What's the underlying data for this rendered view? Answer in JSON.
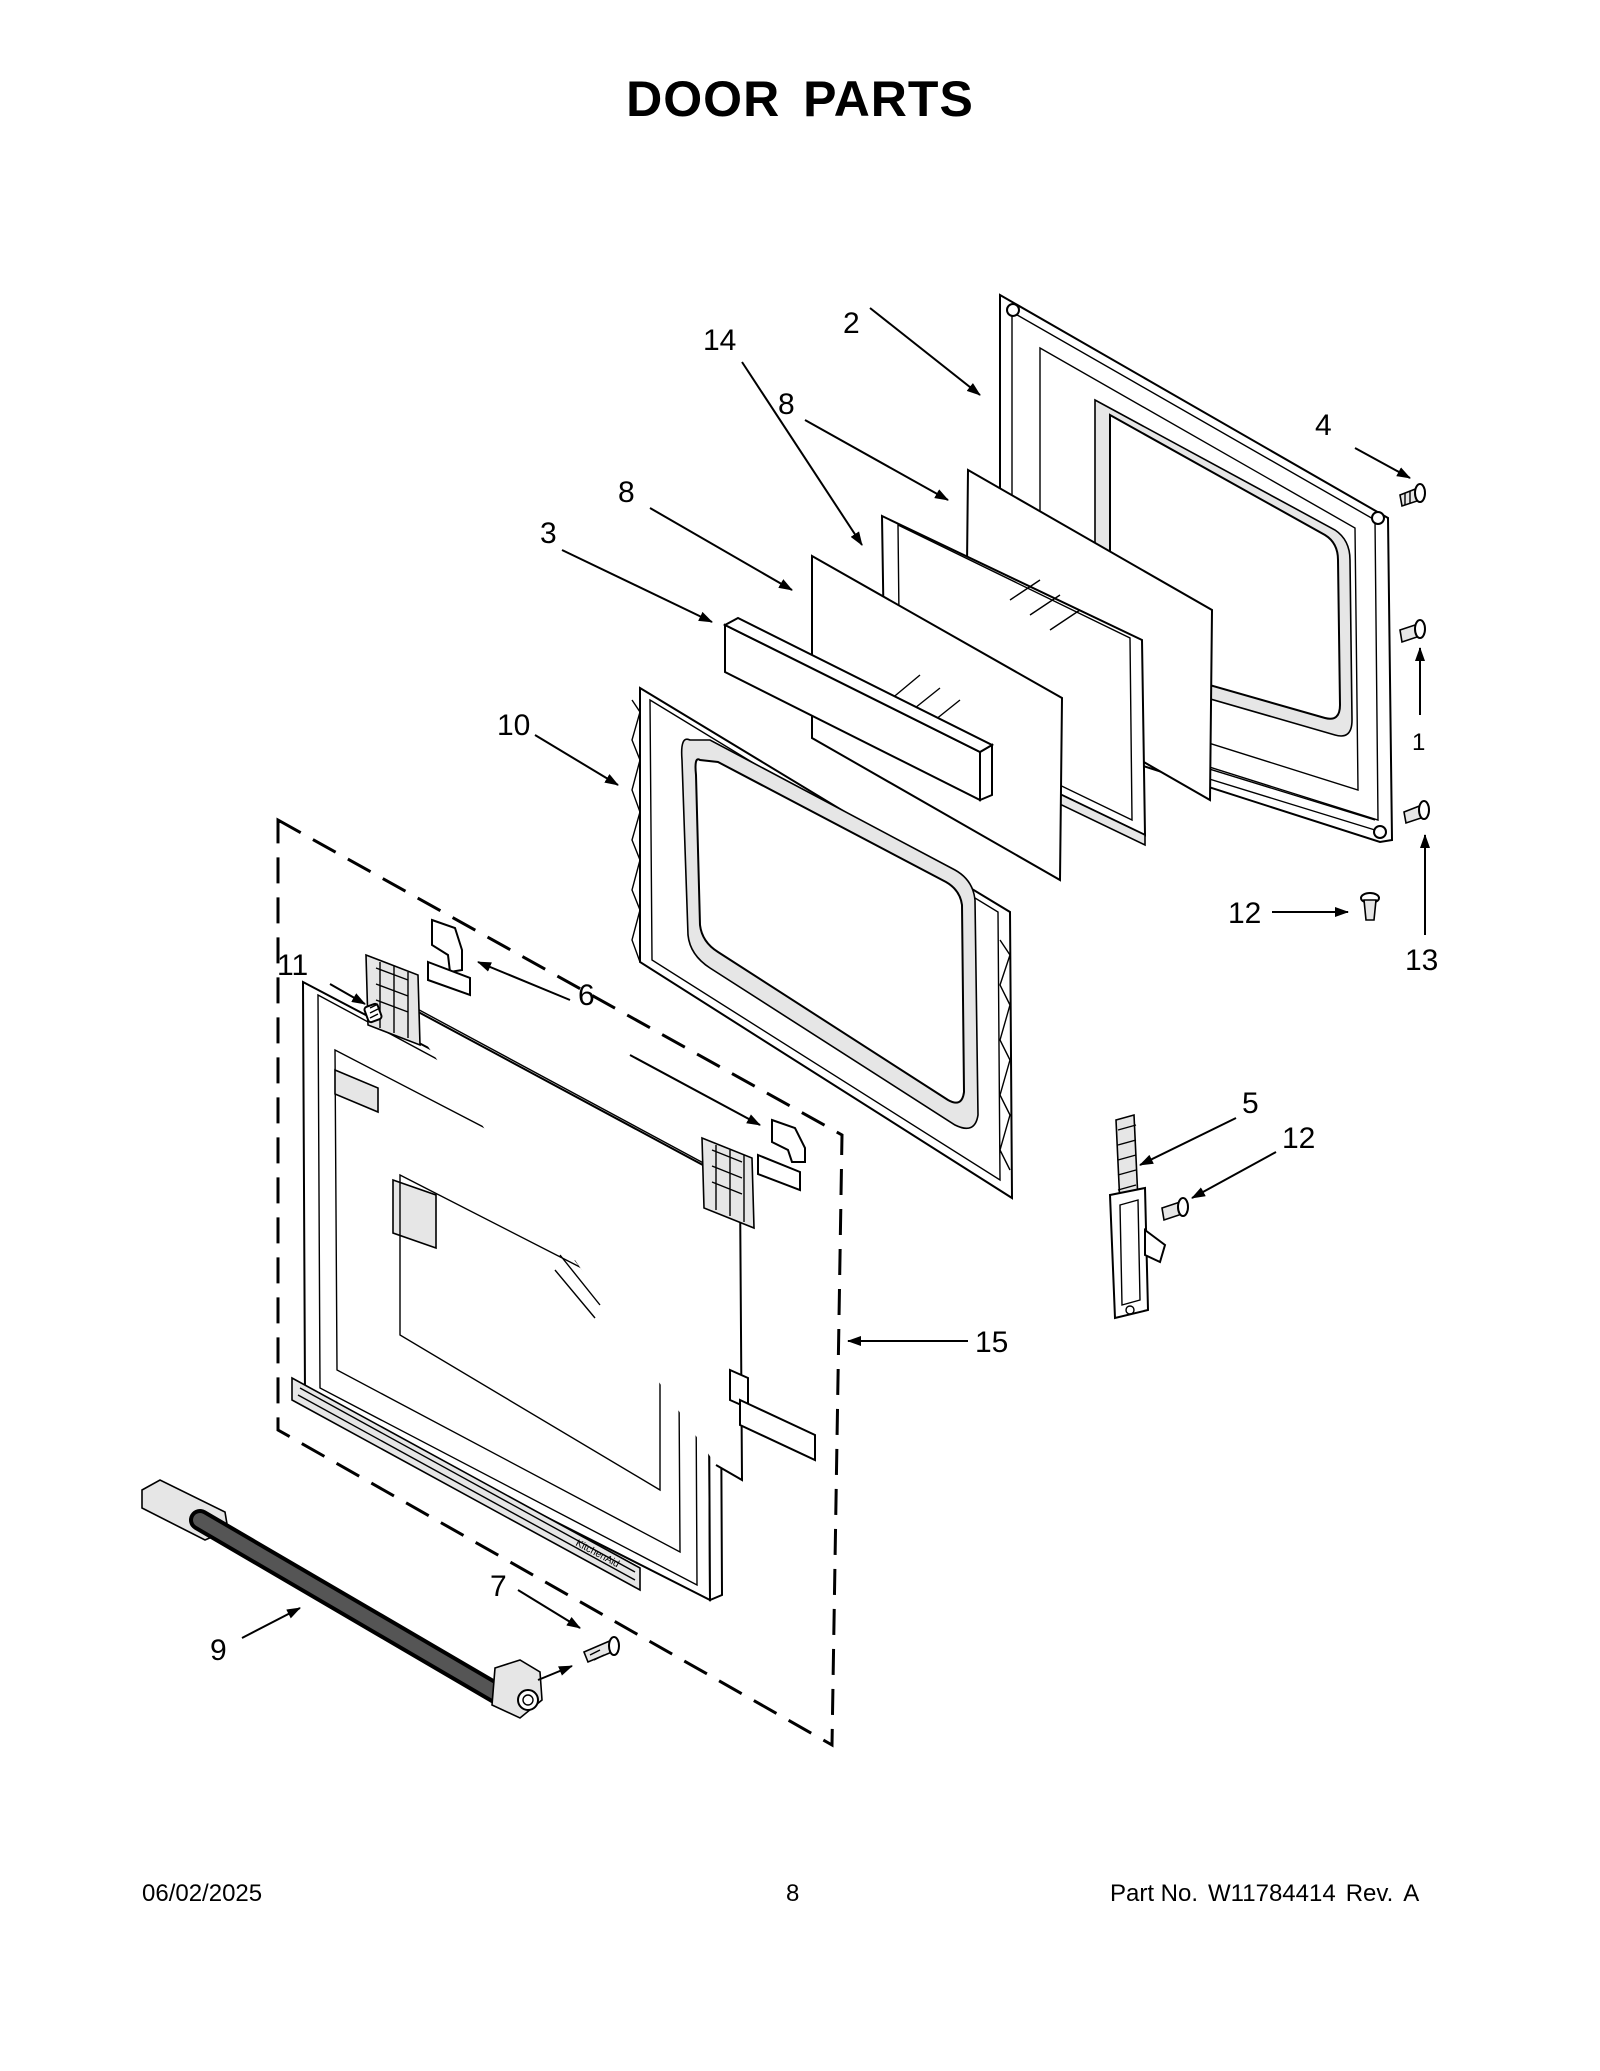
{
  "page": {
    "title": "DOOR PARTS"
  },
  "callouts": {
    "c1": "1",
    "c2": "2",
    "c3": "3",
    "c4": "4",
    "c5": "5",
    "c6": "6",
    "c7": "7",
    "c8a": "8",
    "c8b": "8",
    "c9": "9",
    "c10": "10",
    "c11": "11",
    "c12a": "12",
    "c12b": "12",
    "c13": "13",
    "c14": "14",
    "c15": "15"
  },
  "footer": {
    "date": "06/02/2025",
    "page_number": "8",
    "part_label": "Part No.",
    "part_number": "W11784414",
    "rev_label": "Rev.",
    "rev_value": "A"
  }
}
